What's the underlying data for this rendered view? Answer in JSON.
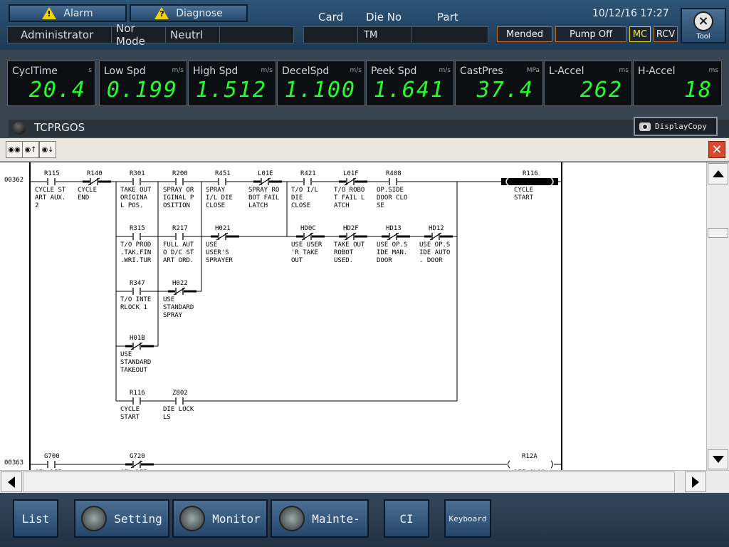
{
  "top": {
    "alarm_label": "Alarm",
    "diagnose_label": "Diagnose",
    "user": "Administrator",
    "mode": "Nor Mode",
    "gear": "Neutrl",
    "card_label": "Card",
    "die_label": "Die No",
    "part_label": "Part",
    "die_value": "TM",
    "datetime": "10/12/16 17:27",
    "mended": "Mended",
    "pump": "Pump Off",
    "mc": "MC",
    "rcv": "RCV",
    "tool_label": "Tool"
  },
  "metrics": [
    {
      "label": "CyclTime",
      "unit": "s",
      "value": "20.4"
    },
    {
      "label": "Low Spd",
      "unit": "m/s",
      "value": "0.199"
    },
    {
      "label": "High Spd",
      "unit": "m/s",
      "value": "1.512"
    },
    {
      "label": "DecelSpd",
      "unit": "m/s",
      "value": "1.100"
    },
    {
      "label": "Peek Spd",
      "unit": "m/s",
      "value": "1.641"
    },
    {
      "label": "CastPres",
      "unit": "MPa",
      "value": "37.4"
    },
    {
      "label": "L-Accel",
      "unit": "ms",
      "value": "262"
    },
    {
      "label": "H-Accel",
      "unit": "ms",
      "value": "18"
    }
  ],
  "program_title": "TCPRGOS",
  "display_copy": "DisplayCopy",
  "ladder": {
    "rung1": "00362",
    "rung2": "00363",
    "contacts": [
      {
        "id": "R115",
        "d1": "CYCLE ST",
        "d2": "ART AUX.",
        "d3": "2"
      },
      {
        "id": "R140",
        "d1": "CYCLE",
        "d2": "END",
        "d3": ""
      },
      {
        "id": "R301",
        "d1": "TAKE OUT",
        "d2": " ORIGINA",
        "d3": "L POS."
      },
      {
        "id": "R200",
        "d1": "SPRAY OR",
        "d2": "IGINAL P",
        "d3": "OSITION"
      },
      {
        "id": "R451",
        "d1": "SPRAY",
        "d2": "I/L DIE",
        "d3": "CLOSE"
      },
      {
        "id": "L01E",
        "d1": "SPRAY RO",
        "d2": "BOT FAIL",
        "d3": " LATCH"
      },
      {
        "id": "R421",
        "d1": "T/O I/L",
        "d2": "DIE",
        "d3": "CLOSE"
      },
      {
        "id": "L01F",
        "d1": "T/O ROBO",
        "d2": "T FAIL L",
        "d3": "ATCH"
      },
      {
        "id": "R408",
        "d1": "OP.SIDE",
        "d2": "DOOR CLO",
        "d3": "SE"
      },
      {
        "id": "R315",
        "d1": "T/O PROD",
        "d2": ".TAK.FIN",
        "d3": ".WRI.TUR"
      },
      {
        "id": "R217",
        "d1": "FULL AUT",
        "d2": "O D/C ST",
        "d3": "ART ORD."
      },
      {
        "id": "H021",
        "d1": "USE",
        "d2": "USER'S",
        "d3": "SPRAYER"
      },
      {
        "id": "HD0C",
        "d1": "USE USER",
        "d2": "'R TAKE",
        "d3": "OUT"
      },
      {
        "id": "HD2F",
        "d1": "TAKE OUT",
        "d2": "ROBOT",
        "d3": "USED."
      },
      {
        "id": "HD13",
        "d1": "USE OP.S",
        "d2": "IDE MAN.",
        "d3": " DOOR"
      },
      {
        "id": "HD12",
        "d1": "USE OP.S",
        "d2": "IDE AUTO",
        "d3": ". DOOR"
      },
      {
        "id": "R347",
        "d1": "T/O INTE",
        "d2": "RLOCK 1",
        "d3": ""
      },
      {
        "id": "H022",
        "d1": "USE",
        "d2": "STANDARD",
        "d3": " SPRAY"
      },
      {
        "id": "H01B",
        "d1": "USE",
        "d2": "STANDARD",
        "d3": " TAKEOUT"
      },
      {
        "id": "R116",
        "d1": "CYCLE",
        "d2": "START",
        "d3": ""
      },
      {
        "id": "Z802",
        "d1": "DIE LOCK",
        "d2": "  LS",
        "d3": ""
      },
      {
        "id": "G700",
        "d1": "SEL DIE",
        "d2": "",
        "d3": ""
      },
      {
        "id": "G720",
        "d1": "SEL DIE",
        "d2": "",
        "d3": ""
      }
    ],
    "coil1": {
      "id": "R116",
      "d1": "CYCLE",
      "d2": "START"
    },
    "coil2": {
      "id": "R12A",
      "d1": "DIE CLOS"
    }
  },
  "bottom": {
    "list": "List",
    "setting": "Setting",
    "monitor": "Monitor",
    "mainte": "Mainte-",
    "ci": "CI",
    "keyboard": "Keyboard"
  }
}
